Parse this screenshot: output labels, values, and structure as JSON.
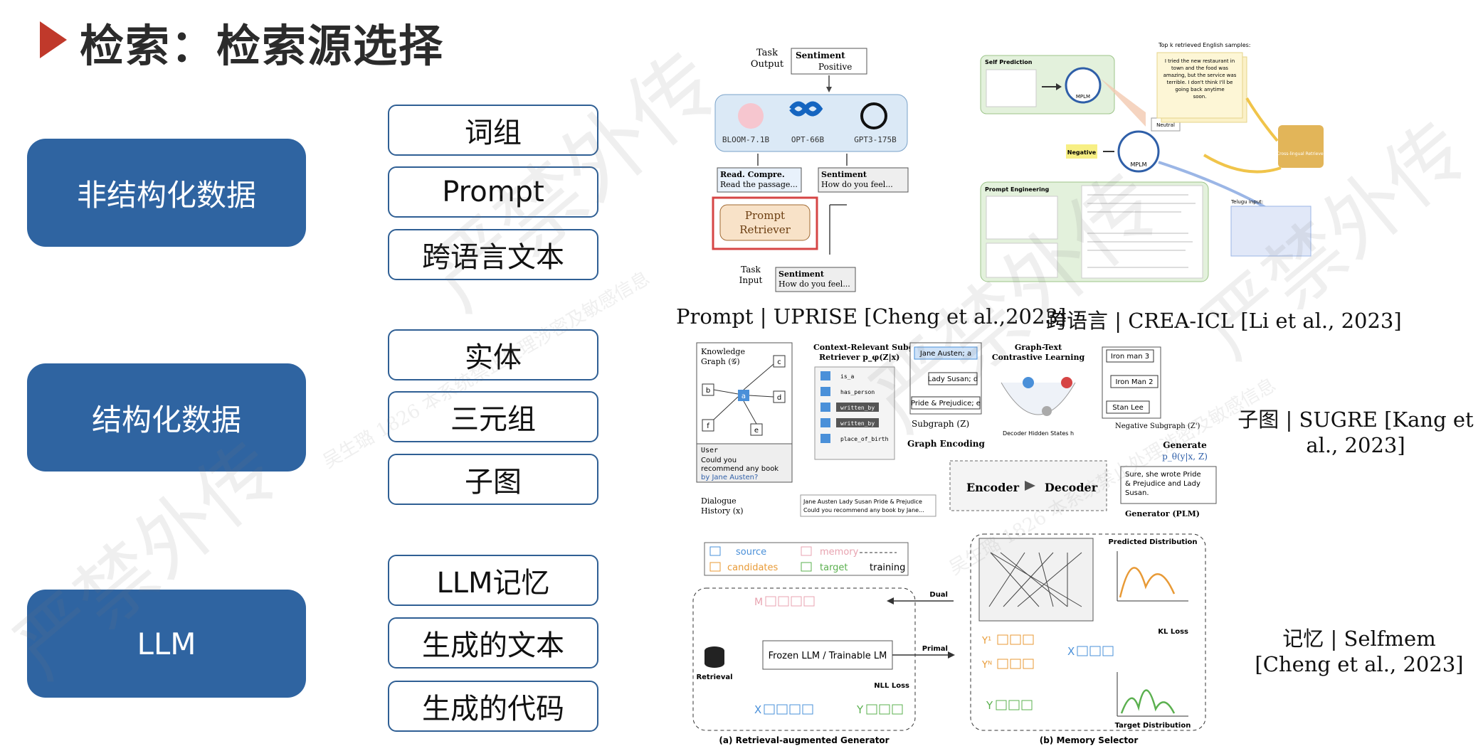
{
  "title": "检索：检索源选择",
  "categories": [
    {
      "label": "非结构化数据",
      "items": [
        "词组",
        "Prompt",
        "跨语言文本"
      ]
    },
    {
      "label": "结构化数据",
      "items": [
        "实体",
        "三元组",
        "子图"
      ]
    },
    {
      "label": "LLM",
      "items": [
        "LLM记忆",
        "生成的文本",
        "生成的代码"
      ]
    }
  ],
  "captions": {
    "uprise": "Prompt | UPRISE [Cheng et al.,2023]",
    "crea": "跨语言 | CREA-ICL [Li et al., 2023]",
    "sugre": "子图 | SUGRE [Kang et al., 2023]",
    "selfmem": "记忆 | Selfmem [Cheng et al., 2023]"
  },
  "uprise_fig": {
    "task_output": [
      "Task",
      "Output"
    ],
    "sentiment_out": [
      "Sentiment",
      "Positive"
    ],
    "models": [
      "BLOOM-7.1B",
      "OPT-66B",
      "GPT3-175B"
    ],
    "read_compre": [
      "Read. Compre.",
      "Read the passage..."
    ],
    "sentiment_mid": [
      "Sentiment",
      "How do you feel..."
    ],
    "retriever": [
      "Prompt",
      "Retriever"
    ],
    "task_input": [
      "Task",
      "Input"
    ],
    "sentiment_in": [
      "Sentiment",
      "How do you feel..."
    ]
  },
  "crea_fig": {
    "self_prediction": "Self Prediction",
    "mplm": "MPLM",
    "neutral": "Neutral",
    "negative": "Negative",
    "top_k": "Top k retrieved English samples:",
    "sample_text": [
      "I tried the new restaurant in",
      "town and the food was",
      "amazing, but the service was",
      "terrible. I don't think I'll be",
      "going back anytime",
      "soon."
    ],
    "retriever": "Cross-lingual Retriever",
    "prompt_engineering": "Prompt Engineering",
    "telugu_input": "Telugu input:"
  },
  "sugre_fig": {
    "kg": [
      "Knowledge",
      "Graph (𝒢)"
    ],
    "retriever_title": [
      "Context-Relevant Subgraph",
      "Retriever p_φ(Z|x)"
    ],
    "relations": [
      "is_a",
      "has_person",
      "written_by",
      "written_by",
      "place_of_birth"
    ],
    "nodes": [
      "a",
      "b",
      "c",
      "d",
      "e",
      "f"
    ],
    "user_turn": [
      "User",
      "Could you",
      "recommend any book",
      "by Jane Austen?"
    ],
    "dialogue": [
      "Dialogue",
      "History (x)"
    ],
    "subgraph_entities": [
      "Jane Austen; a",
      "Lady Susan; d",
      "Pride & Prejudice; e"
    ],
    "subgraph_label": "Subgraph (Z)",
    "contrastive": [
      "Graph-Text",
      "Contrastive Learning"
    ],
    "decoder_hidden": "Decoder Hidden States h",
    "neg_entities": [
      "Iron man 3",
      "Iron Man 2",
      "Stan Lee"
    ],
    "neg_label": "Negative Subgraph (Z')",
    "graph_encoding": "Graph Encoding",
    "encoder": "Encoder",
    "decoder": "Decoder",
    "generate": [
      "Generate",
      "p_θ(y|x, Z)"
    ],
    "answer": [
      "Sure, she wrote Pride",
      "& Prejudice and Lady",
      "Susan."
    ],
    "generator": "Generator (PLM)",
    "query_line": [
      "Jane Austen Lady Susan Pride & Prejudice",
      "Could you recommend any book by Jane..."
    ]
  },
  "selfmem_fig": {
    "legend": [
      "source",
      "memory",
      "candidates",
      "target",
      "training"
    ],
    "frozen": "Frozen LLM / Trainable LM",
    "retrieval": "Retrieval",
    "dual": "Dual",
    "primal": "Primal",
    "nll": "NLL Loss",
    "kl": "KL Loss",
    "predicted": "Predicted Distribution",
    "target_dist": "Target Distribution",
    "caption_a": "(a) Retrieval-augmented Generator",
    "caption_b": "(b) Memory Selector",
    "sym_m": "M",
    "sym_x": "X",
    "sym_y": "Y",
    "sym_y1": "Y¹",
    "sym_yn": "Yᴺ"
  },
  "watermark": [
    "严禁外传",
    "吴生璐 1826 本系统禁止处理涉密及敏感信息"
  ],
  "colors": {
    "title_arrow": "#c0392b",
    "category_fill": "#2f64a1",
    "item_border": "#2f5f94"
  }
}
